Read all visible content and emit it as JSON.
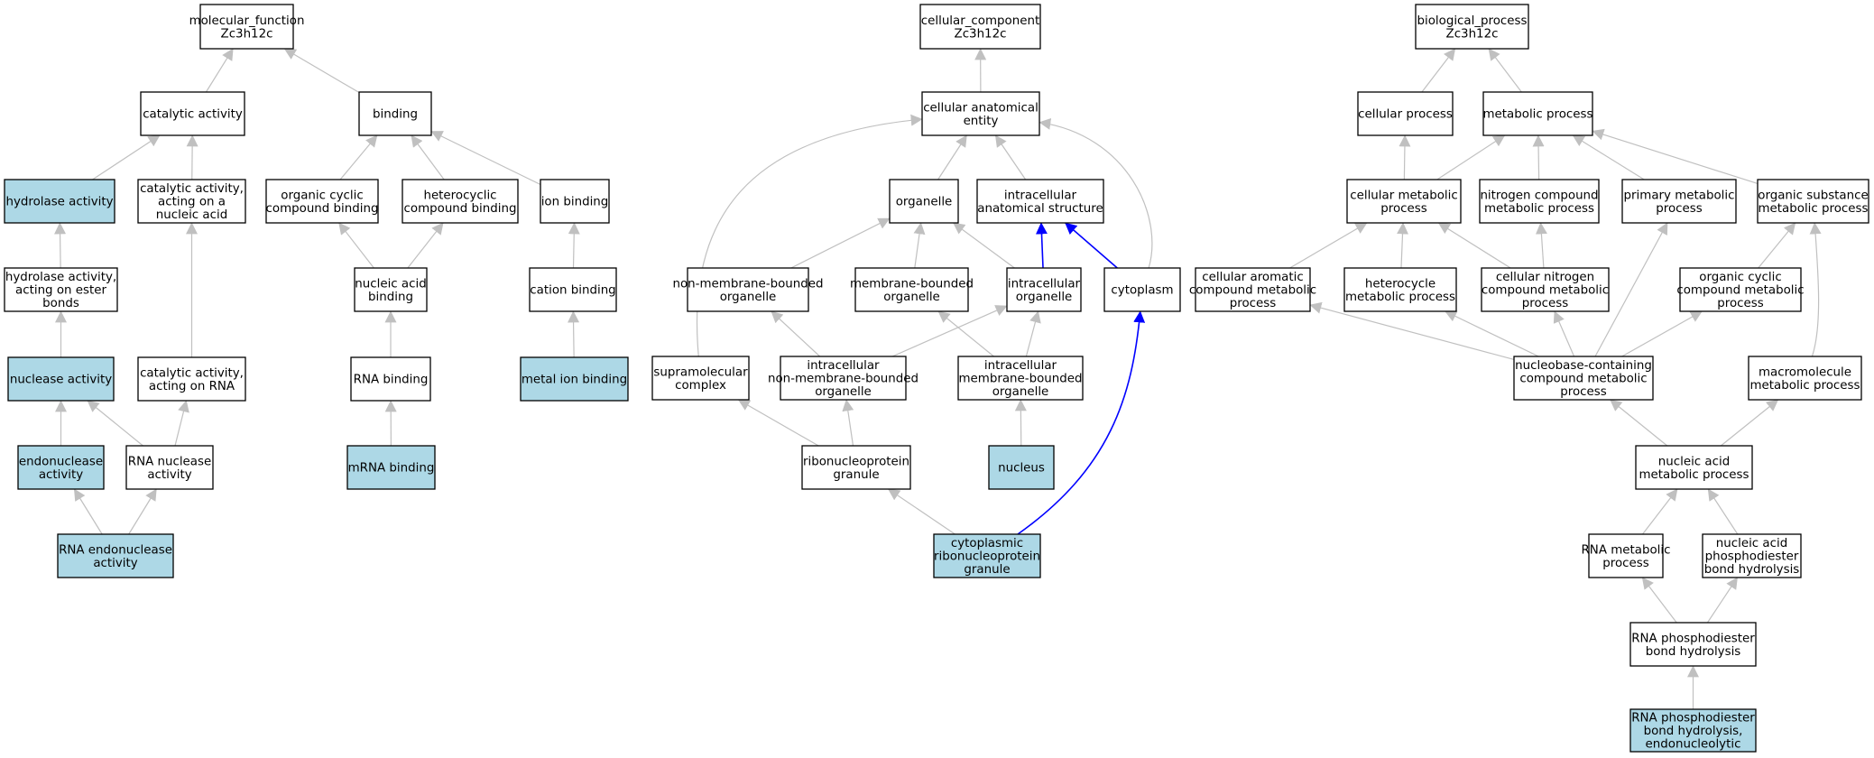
{
  "colors": {
    "highlight_fill": "#add8e6",
    "plain_fill": "#ffffff",
    "edge_gray": "#c0c0c0",
    "edge_blue": "#0000ff",
    "border": "#000000"
  },
  "nodes": [
    {
      "id": "mf",
      "lines": [
        "molecular_function",
        "Zc3h12c"
      ],
      "hl": false
    },
    {
      "id": "cat",
      "lines": [
        "catalytic activity"
      ],
      "hl": false
    },
    {
      "id": "bind",
      "lines": [
        "binding"
      ],
      "hl": false
    },
    {
      "id": "hydro",
      "lines": [
        "hydrolase activity"
      ],
      "hl": true
    },
    {
      "id": "catna",
      "lines": [
        "catalytic activity,",
        "acting on a",
        "nucleic acid"
      ],
      "hl": false
    },
    {
      "id": "occb",
      "lines": [
        "organic cyclic",
        "compound binding"
      ],
      "hl": false
    },
    {
      "id": "hccb",
      "lines": [
        "heterocyclic",
        "compound binding"
      ],
      "hl": false
    },
    {
      "id": "ionb",
      "lines": [
        "ion binding"
      ],
      "hl": false
    },
    {
      "id": "hydroe",
      "lines": [
        "hydrolase activity,",
        "acting on ester",
        "bonds"
      ],
      "hl": false
    },
    {
      "id": "nab",
      "lines": [
        "nucleic acid",
        "binding"
      ],
      "hl": false
    },
    {
      "id": "catb",
      "lines": [
        "cation binding"
      ],
      "hl": false
    },
    {
      "id": "nuc",
      "lines": [
        "nuclease activity"
      ],
      "hl": true
    },
    {
      "id": "catrna",
      "lines": [
        "catalytic activity,",
        "acting on RNA"
      ],
      "hl": false
    },
    {
      "id": "rnab",
      "lines": [
        "RNA binding"
      ],
      "hl": false
    },
    {
      "id": "metb",
      "lines": [
        "metal ion binding"
      ],
      "hl": true
    },
    {
      "id": "endo",
      "lines": [
        "endonuclease",
        "activity"
      ],
      "hl": true
    },
    {
      "id": "rnanuc",
      "lines": [
        "RNA nuclease",
        "activity"
      ],
      "hl": false
    },
    {
      "id": "mrnab",
      "lines": [
        "mRNA binding"
      ],
      "hl": true
    },
    {
      "id": "rnaendo",
      "lines": [
        "RNA endonuclease",
        "activity"
      ],
      "hl": true
    },
    {
      "id": "cc",
      "lines": [
        "cellular_component",
        "Zc3h12c"
      ],
      "hl": false
    },
    {
      "id": "cae",
      "lines": [
        "cellular anatomical",
        "entity"
      ],
      "hl": false
    },
    {
      "id": "org",
      "lines": [
        "organelle"
      ],
      "hl": false
    },
    {
      "id": "ias",
      "lines": [
        "intracellular",
        "anatomical structure"
      ],
      "hl": false
    },
    {
      "id": "nmbo",
      "lines": [
        "non-membrane-bounded",
        "organelle"
      ],
      "hl": false
    },
    {
      "id": "mbo",
      "lines": [
        "membrane-bounded",
        "organelle"
      ],
      "hl": false
    },
    {
      "id": "io",
      "lines": [
        "intracellular",
        "organelle"
      ],
      "hl": false
    },
    {
      "id": "cyto",
      "lines": [
        "cytoplasm"
      ],
      "hl": false
    },
    {
      "id": "smc",
      "lines": [
        "supramolecular",
        "complex"
      ],
      "hl": false
    },
    {
      "id": "inmbo",
      "lines": [
        "intracellular",
        "non-membrane-bounded",
        "organelle"
      ],
      "hl": false
    },
    {
      "id": "imbo",
      "lines": [
        "intracellular",
        "membrane-bounded",
        "organelle"
      ],
      "hl": false
    },
    {
      "id": "rnpg",
      "lines": [
        "ribonucleoprotein",
        "granule"
      ],
      "hl": false
    },
    {
      "id": "nucleus",
      "lines": [
        "nucleus"
      ],
      "hl": true
    },
    {
      "id": "crnpg",
      "lines": [
        "cytoplasmic",
        "ribonucleoprotein",
        "granule"
      ],
      "hl": true
    },
    {
      "id": "bp",
      "lines": [
        "biological_process",
        "Zc3h12c"
      ],
      "hl": false
    },
    {
      "id": "cp",
      "lines": [
        "cellular process"
      ],
      "hl": false
    },
    {
      "id": "mp",
      "lines": [
        "metabolic process"
      ],
      "hl": false
    },
    {
      "id": "cmp",
      "lines": [
        "cellular metabolic",
        "process"
      ],
      "hl": false
    },
    {
      "id": "ncmp",
      "lines": [
        "nitrogen compound",
        "metabolic process"
      ],
      "hl": false
    },
    {
      "id": "pmp",
      "lines": [
        "primary metabolic",
        "process"
      ],
      "hl": false
    },
    {
      "id": "osmp",
      "lines": [
        "organic substance",
        "metabolic process"
      ],
      "hl": false
    },
    {
      "id": "cacmp",
      "lines": [
        "cellular aromatic",
        "compound metabolic",
        "process"
      ],
      "hl": false
    },
    {
      "id": "hmp",
      "lines": [
        "heterocycle",
        "metabolic process"
      ],
      "hl": false
    },
    {
      "id": "cncmp",
      "lines": [
        "cellular nitrogen",
        "compound metabolic",
        "process"
      ],
      "hl": false
    },
    {
      "id": "occmp",
      "lines": [
        "organic cyclic",
        "compound metabolic",
        "process"
      ],
      "hl": false
    },
    {
      "id": "nbcmp",
      "lines": [
        "nucleobase-containing",
        "compound metabolic",
        "process"
      ],
      "hl": false
    },
    {
      "id": "mmp",
      "lines": [
        "macromolecule",
        "metabolic process"
      ],
      "hl": false
    },
    {
      "id": "namp",
      "lines": [
        "nucleic acid",
        "metabolic process"
      ],
      "hl": false
    },
    {
      "id": "rnamp",
      "lines": [
        "RNA metabolic",
        "process"
      ],
      "hl": false
    },
    {
      "id": "napbh",
      "lines": [
        "nucleic acid",
        "phosphodiester",
        "bond hydrolysis"
      ],
      "hl": false
    },
    {
      "id": "rnapbh",
      "lines": [
        "RNA phosphodiester",
        "bond hydrolysis"
      ],
      "hl": false
    },
    {
      "id": "rnapbhe",
      "lines": [
        "RNA phosphodiester",
        "bond hydrolysis,",
        "endonucleolytic"
      ],
      "hl": true
    }
  ],
  "edges": [
    {
      "from": "cat",
      "to": "mf"
    },
    {
      "from": "bind",
      "to": "mf"
    },
    {
      "from": "hydro",
      "to": "cat"
    },
    {
      "from": "catna",
      "to": "cat"
    },
    {
      "from": "occb",
      "to": "bind"
    },
    {
      "from": "hccb",
      "to": "bind"
    },
    {
      "from": "ionb",
      "to": "bind"
    },
    {
      "from": "hydroe",
      "to": "hydro"
    },
    {
      "from": "catrna",
      "to": "catna"
    },
    {
      "from": "nab",
      "to": "occb"
    },
    {
      "from": "nab",
      "to": "hccb"
    },
    {
      "from": "catb",
      "to": "ionb"
    },
    {
      "from": "nuc",
      "to": "hydroe"
    },
    {
      "from": "rnab",
      "to": "nab"
    },
    {
      "from": "metb",
      "to": "catb"
    },
    {
      "from": "endo",
      "to": "nuc"
    },
    {
      "from": "rnanuc",
      "to": "nuc"
    },
    {
      "from": "rnanuc",
      "to": "catrna"
    },
    {
      "from": "mrnab",
      "to": "rnab"
    },
    {
      "from": "rnaendo",
      "to": "endo"
    },
    {
      "from": "rnaendo",
      "to": "rnanuc"
    },
    {
      "from": "cae",
      "to": "cc"
    },
    {
      "from": "org",
      "to": "cae"
    },
    {
      "from": "ias",
      "to": "cae"
    },
    {
      "from": "smc",
      "to": "cae"
    },
    {
      "from": "cyto",
      "to": "cae"
    },
    {
      "from": "nmbo",
      "to": "org"
    },
    {
      "from": "mbo",
      "to": "org"
    },
    {
      "from": "io",
      "to": "org"
    },
    {
      "from": "io",
      "to": "ias",
      "blue": true
    },
    {
      "from": "cyto",
      "to": "ias",
      "blue": true
    },
    {
      "from": "inmbo",
      "to": "nmbo"
    },
    {
      "from": "inmbo",
      "to": "io"
    },
    {
      "from": "imbo",
      "to": "mbo"
    },
    {
      "from": "imbo",
      "to": "io"
    },
    {
      "from": "rnpg",
      "to": "smc"
    },
    {
      "from": "rnpg",
      "to": "inmbo"
    },
    {
      "from": "nucleus",
      "to": "imbo"
    },
    {
      "from": "crnpg",
      "to": "rnpg"
    },
    {
      "from": "crnpg",
      "to": "cyto",
      "blue": true
    },
    {
      "from": "cp",
      "to": "bp"
    },
    {
      "from": "mp",
      "to": "bp"
    },
    {
      "from": "cmp",
      "to": "cp"
    },
    {
      "from": "cmp",
      "to": "mp"
    },
    {
      "from": "ncmp",
      "to": "mp"
    },
    {
      "from": "pmp",
      "to": "mp"
    },
    {
      "from": "osmp",
      "to": "mp"
    },
    {
      "from": "cacmp",
      "to": "cmp"
    },
    {
      "from": "hmp",
      "to": "cmp"
    },
    {
      "from": "cncmp",
      "to": "cmp"
    },
    {
      "from": "cncmp",
      "to": "ncmp"
    },
    {
      "from": "occmp",
      "to": "osmp"
    },
    {
      "from": "mmp",
      "to": "osmp"
    },
    {
      "from": "nbcmp",
      "to": "cacmp"
    },
    {
      "from": "nbcmp",
      "to": "hmp"
    },
    {
      "from": "nbcmp",
      "to": "cncmp"
    },
    {
      "from": "nbcmp",
      "to": "occmp"
    },
    {
      "from": "nbcmp",
      "to": "pmp"
    },
    {
      "from": "namp",
      "to": "nbcmp"
    },
    {
      "from": "namp",
      "to": "mmp"
    },
    {
      "from": "rnamp",
      "to": "namp"
    },
    {
      "from": "napbh",
      "to": "namp"
    },
    {
      "from": "rnapbh",
      "to": "rnamp"
    },
    {
      "from": "rnapbh",
      "to": "napbh"
    },
    {
      "from": "rnapbhe",
      "to": "rnapbh"
    }
  ]
}
